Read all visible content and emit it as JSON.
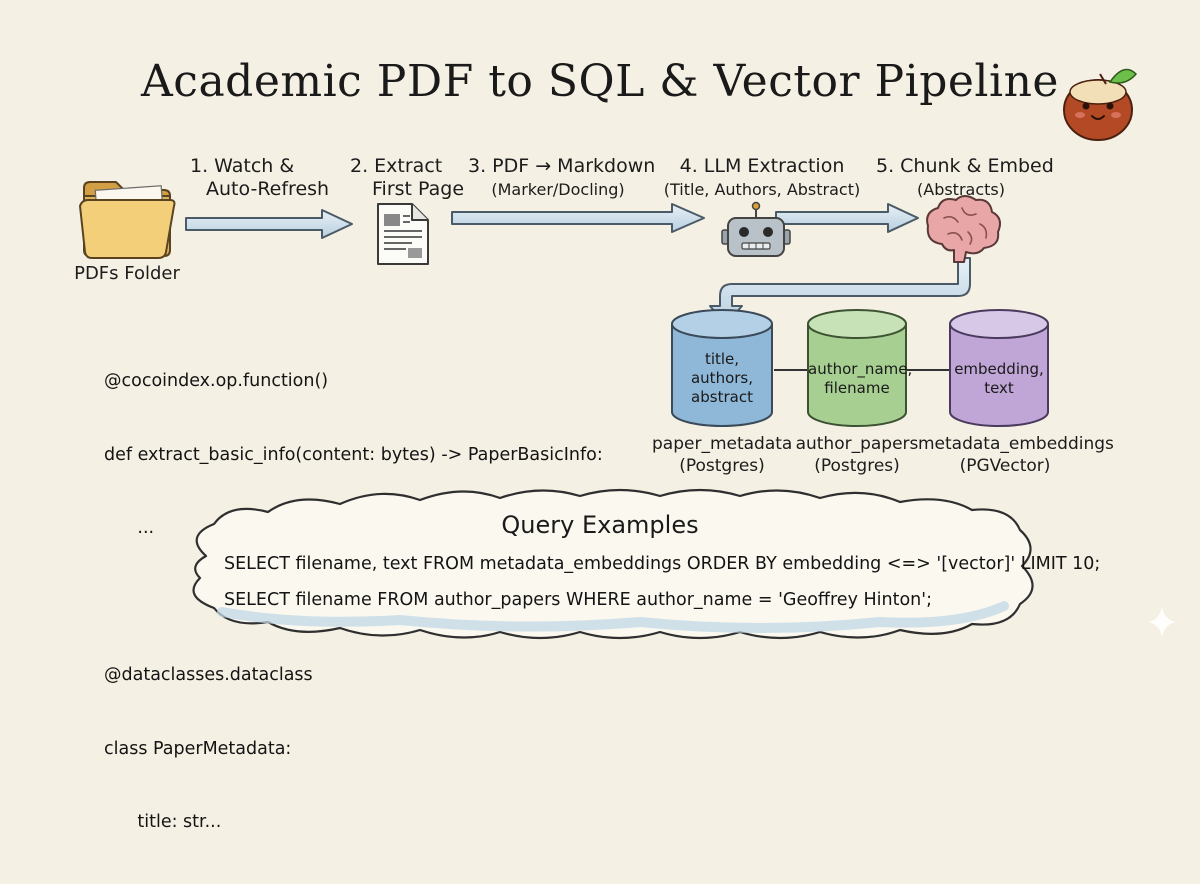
{
  "title": "Academic PDF to SQL & Vector Pipeline",
  "source": {
    "label": "PDFs Folder"
  },
  "steps": [
    {
      "line1": "1. Watch &",
      "line2": "Auto-Refresh"
    },
    {
      "line1": "2. Extract",
      "line2": "First Page"
    },
    {
      "line1": "3. PDF → Markdown",
      "line2": "(Marker/Docling)"
    },
    {
      "line1": "4. LLM Extraction",
      "line2": "(Title, Authors, Abstract)"
    },
    {
      "line1": "5. Chunk & Embed",
      "line2": "(Abstracts)"
    }
  ],
  "tables": [
    {
      "fields": [
        "title,",
        "authors,",
        "abstract"
      ],
      "name": "paper_metadata",
      "store": "(Postgres)",
      "color": "#8fb8d8"
    },
    {
      "fields": [
        "author_name,",
        "filename"
      ],
      "name": "author_papers",
      "store": "(Postgres)",
      "color": "#a7cf92"
    },
    {
      "fields": [
        "embedding,",
        "text"
      ],
      "name": "metadata_embeddings",
      "store": "(PGVector)",
      "color": "#bfa6d6"
    }
  ],
  "code_lines": [
    "@cocoindex.op.function()",
    "def extract_basic_info(content: bytes) -> PaperBasicInfo:",
    "      ...",
    "",
    "@dataclasses.dataclass",
    "class PaperMetadata:",
    "      title: str..."
  ],
  "query": {
    "title": "Query Examples",
    "lines": [
      "SELECT filename, text FROM metadata_embeddings ORDER BY embedding <=> '[vector]' LIMIT 10;",
      "SELECT filename FROM author_papers WHERE author_name = 'Geoffrey Hinton';"
    ]
  },
  "icons": {
    "folder": "folder-icon",
    "document": "document-icon",
    "robot": "robot-icon",
    "brain": "brain-icon",
    "mascot": "coconut-mascot-icon",
    "sparkle": "sparkle-icon"
  }
}
